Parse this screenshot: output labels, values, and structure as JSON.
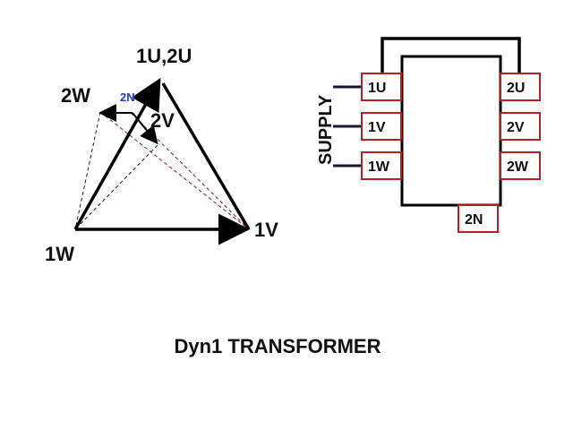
{
  "title": "Dyn1 TRANSFORMER",
  "phasor": {
    "top_label": "1U,2U",
    "right_label": "1V",
    "left_label": "1W",
    "sec_w_label": "2W",
    "sec_v_label": "2V",
    "neutral_label": "2N"
  },
  "terminals": {
    "supply_label": "SUPPLY",
    "primary": [
      "1U",
      "1V",
      "1W"
    ],
    "secondary": [
      "2U",
      "2V",
      "2W"
    ],
    "neutral": "2N"
  },
  "colors": {
    "line": "#000000",
    "terminal_border": "#b22222",
    "dashed_black": "#222222",
    "dashed_red": "#8b1a1a",
    "neutral_text": "#1f3fbf"
  }
}
